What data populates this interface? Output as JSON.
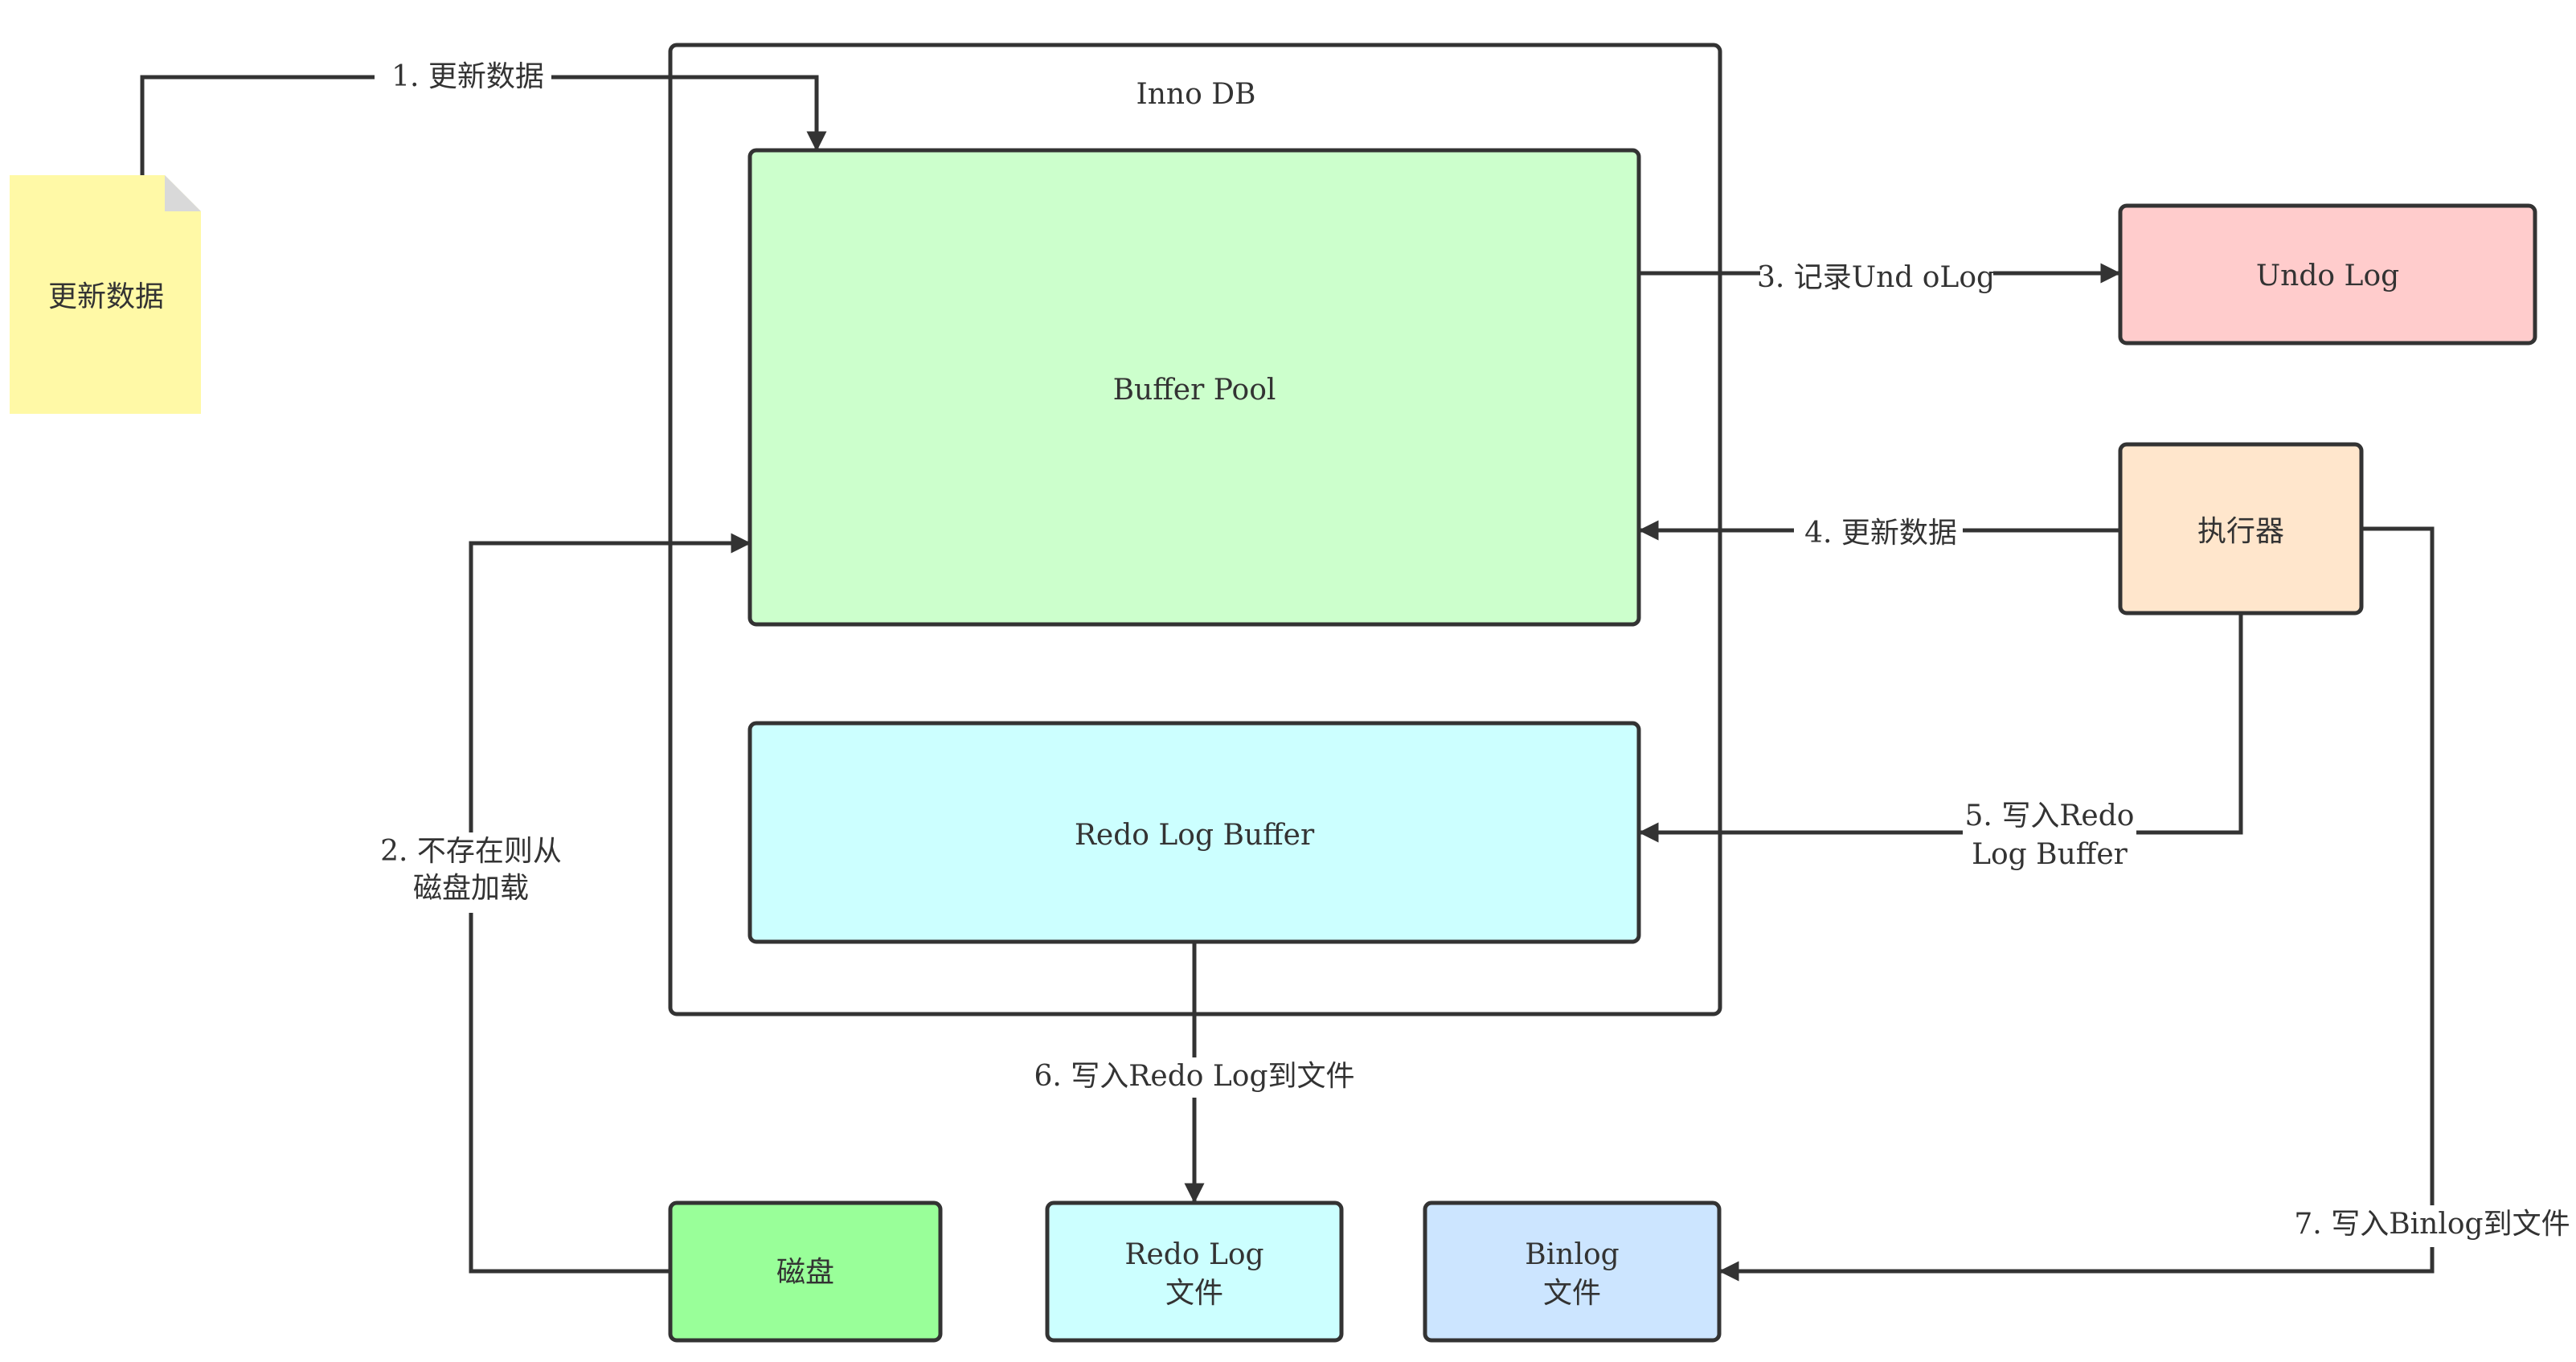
{
  "colors": {
    "line": "#333333",
    "note": "#fff9a6",
    "note_fold": "#d9d9d9",
    "buffer_pool": "#ccffcc",
    "redo_buffer": "#ccffff",
    "undo_log": "#ffcccc",
    "executor": "#ffe6cc",
    "disk": "#99ff99",
    "redo_file": "#ccffff",
    "binlog_file": "#cce5ff"
  },
  "nodes": {
    "note": "更新数据",
    "innodb": "Inno DB",
    "buffer_pool": "Buffer Pool",
    "redo_log_buffer": "Redo Log Buffer",
    "undo_log": "Undo Log",
    "executor": "执行器",
    "disk": "磁盘",
    "redo_file_line1": "Redo Log",
    "redo_file_line2": "文件",
    "binlog_line1": "Binlog",
    "binlog_line2": "文件"
  },
  "edges": {
    "step1": "1. 更新数据",
    "step2_line1": "2. 不存在则从",
    "step2_line2": "磁盘加载",
    "step3": "3. 记录Und oLog",
    "step4": "4. 更新数据",
    "step5_line1": "5. 写入Redo",
    "step5_line2": "Log Buffer",
    "step6": "6. 写入Redo Log到文件",
    "step7": "7. 写入Binlog到文件"
  }
}
